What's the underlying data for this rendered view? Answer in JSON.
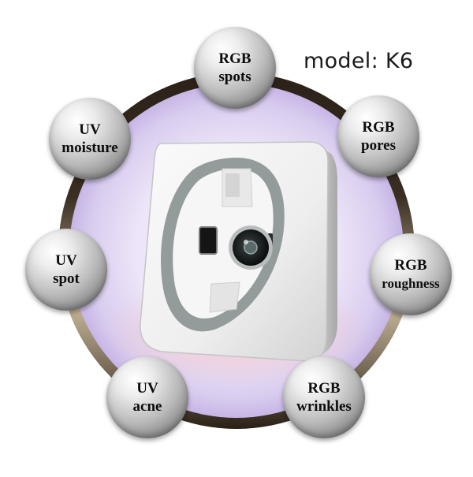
{
  "model_label": "model: K6",
  "features": [
    {
      "id": "rgb-spots",
      "line1": "RGB",
      "line2": "spots"
    },
    {
      "id": "rgb-pores",
      "line1": "RGB",
      "line2": "pores"
    },
    {
      "id": "rgb-roughness",
      "line1": "RGB",
      "line2": "roughness"
    },
    {
      "id": "rgb-wrinkles",
      "line1": "RGB",
      "line2": "wrinkles"
    },
    {
      "id": "uv-acne",
      "line1": "UV",
      "line2": "acne"
    },
    {
      "id": "uv-spot",
      "line1": "UV",
      "line2": "spot"
    },
    {
      "id": "uv-moisture",
      "line1": "UV",
      "line2": "moisture"
    }
  ],
  "colors": {
    "ring_dark": "#2a2016",
    "ring_light": "#c8b9a0",
    "inner_glow": "#e6dcf5",
    "device_white": "#f4f4f4",
    "device_rim": "#8e9696"
  }
}
